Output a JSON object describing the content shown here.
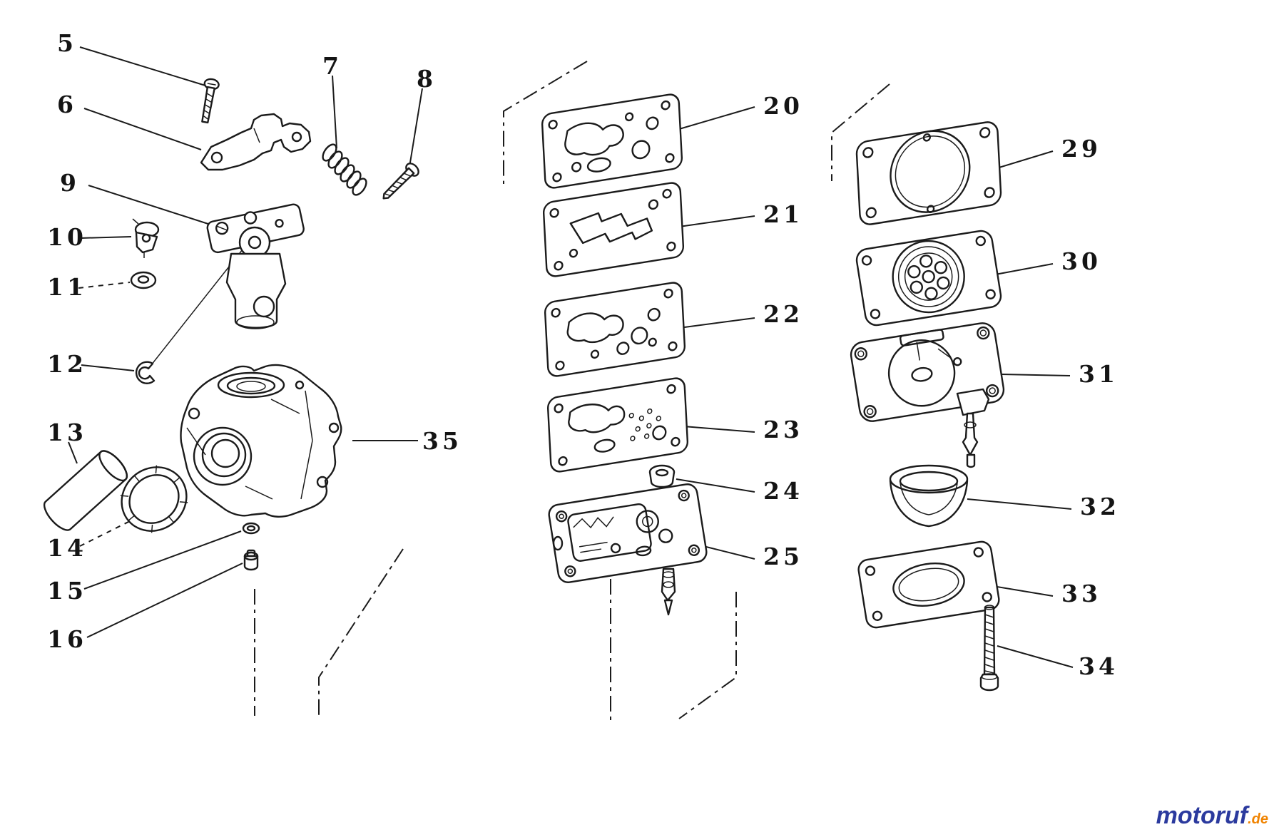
{
  "diagram": {
    "kind": "exploded-parts-diagram",
    "line_color": "#1b1b1b",
    "background": "#ffffff"
  },
  "parts": [
    {
      "label": "5"
    },
    {
      "label": "6"
    },
    {
      "label": "7"
    },
    {
      "label": "8"
    },
    {
      "label": "9"
    },
    {
      "label": "10"
    },
    {
      "label": "11"
    },
    {
      "label": "12"
    },
    {
      "label": "13"
    },
    {
      "label": "14"
    },
    {
      "label": "15"
    },
    {
      "label": "16"
    },
    {
      "label": "20"
    },
    {
      "label": "21"
    },
    {
      "label": "22"
    },
    {
      "label": "23"
    },
    {
      "label": "24"
    },
    {
      "label": "25"
    },
    {
      "label": "29"
    },
    {
      "label": "30"
    },
    {
      "label": "31"
    },
    {
      "label": "32"
    },
    {
      "label": "33"
    },
    {
      "label": "34"
    },
    {
      "label": "35"
    }
  ],
  "watermark": {
    "brand": "motoruf",
    "suffix": ".de",
    "brand_color": "#2b3a9e",
    "suffix_color": "#f08300"
  }
}
